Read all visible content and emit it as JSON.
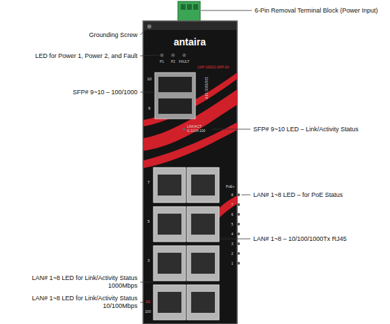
{
  "diagram": {
    "labels": [
      "6-Pin Removal Terminal Block (Power Input)",
      "Grounding Screw",
      "LED for Power 1, Power 2, and Fault",
      "SFP# 9~10 – 100/1000",
      "SFP# 9~10 LED – Link/Activity Status",
      "LAN# 1~8 LED – for PoE Status",
      "LAN# 1~8 – 10/100/1000Tx RJ45",
      "LAN# 1~8 LED for Link/Activity Status 1000Mbps",
      "LAN# 1~8 LED for Link/Activity Status 10/100Mbps",
      "antaira",
      "P1",
      "P2",
      "FAULT",
      "LNP-1002G-SFP-24",
      "10",
      "9",
      "100/1000 SFP",
      "LNK/ACT",
      "G:1G/A:100",
      "PoE+",
      "8",
      "7",
      "6",
      "5",
      "4",
      "3",
      "2",
      "1",
      "7",
      "5",
      "3",
      "1G",
      "100"
    ]
  }
}
